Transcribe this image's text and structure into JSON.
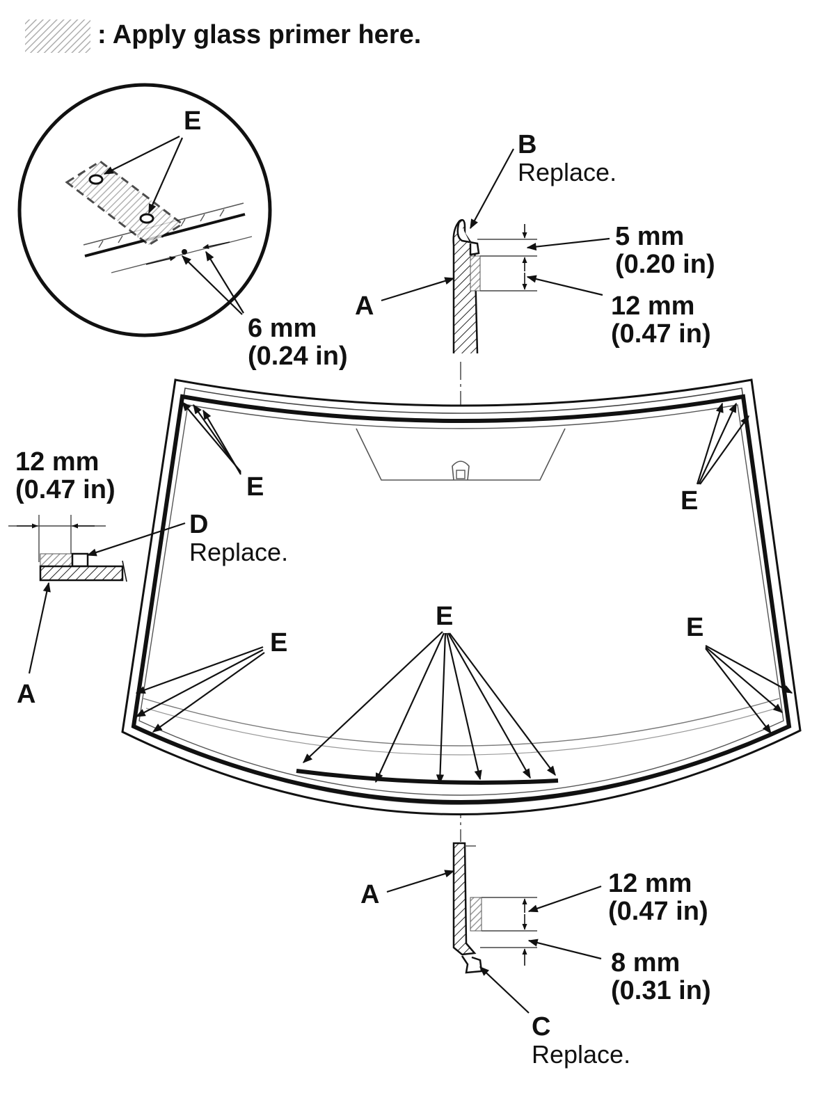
{
  "legend": {
    "text": ": Apply glass primer here."
  },
  "labels": {
    "a": "A",
    "b": "B",
    "c": "C",
    "d": "D",
    "e": "E",
    "replace": "Replace."
  },
  "dimensions": {
    "d5mm": "5 mm",
    "d5in": "(0.20 in)",
    "d12mm": "12 mm",
    "d12in": "(0.47 in)",
    "d6mm": "6 mm",
    "d6in": "(0.24 in)",
    "d8mm": "8 mm",
    "d8in": "(0.31 in)"
  },
  "colors": {
    "ink": "#111111",
    "primer_hatch": "#9a9a9a"
  }
}
